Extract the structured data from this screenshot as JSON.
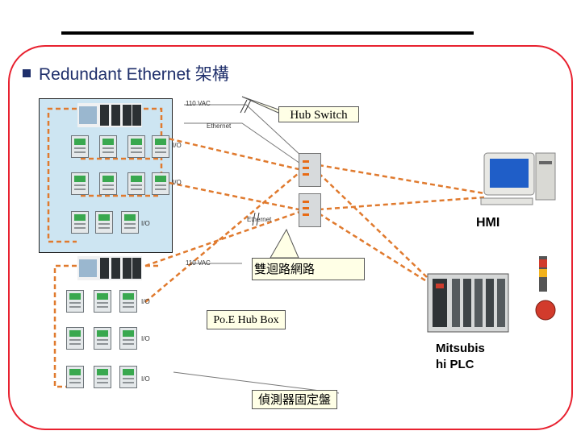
{
  "title": "Redundant Ethernet 架構",
  "labels": {
    "vac_top": "110 VAC",
    "ethernet_top": "Ethernet",
    "io_1": "I/O",
    "io_2": "I/O",
    "io_3": "I/O",
    "ethernet_mid": "Ethernet",
    "vac_bottom": "110 VAC",
    "io_4": "I/O",
    "io_5": "I/O",
    "io_6": "I/O",
    "hub_switch": "Hub Switch",
    "hmi": "HMI",
    "dual_loop": "雙迴路網路",
    "poe_hub_box": "Po.E Hub Box",
    "plc_line1": "Mitsubis",
    "plc_line2": "hi PLC",
    "sensor_panel": "偵測器固定盤"
  },
  "colors": {
    "title": "#1f2f6b",
    "frame": "#e8212f",
    "network_link": "#e07a2e",
    "panel": "#cde5f2",
    "callout": "#ffffe6"
  }
}
